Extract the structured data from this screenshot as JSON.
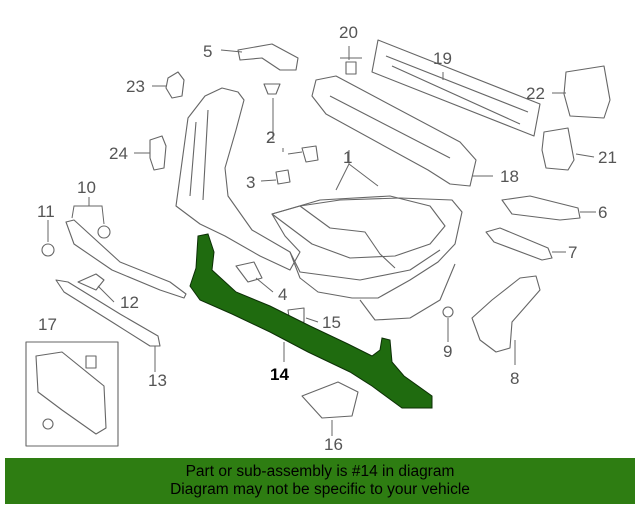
{
  "diagram": {
    "highlight_color": "#1f6b0f",
    "line_color": "#666666",
    "callouts": [
      "1",
      "2",
      "2",
      "3",
      "4",
      "5",
      "6",
      "7",
      "8",
      "9",
      "10",
      "11",
      "12",
      "13",
      "14",
      "15",
      "16",
      "17",
      "18",
      "19",
      "20",
      "21",
      "22",
      "23",
      "24"
    ]
  },
  "banner": {
    "background": "#2e7d12",
    "line1": "Part or sub-assembly is #14 in diagram",
    "line2": "Diagram may not be specific to your vehicle"
  }
}
